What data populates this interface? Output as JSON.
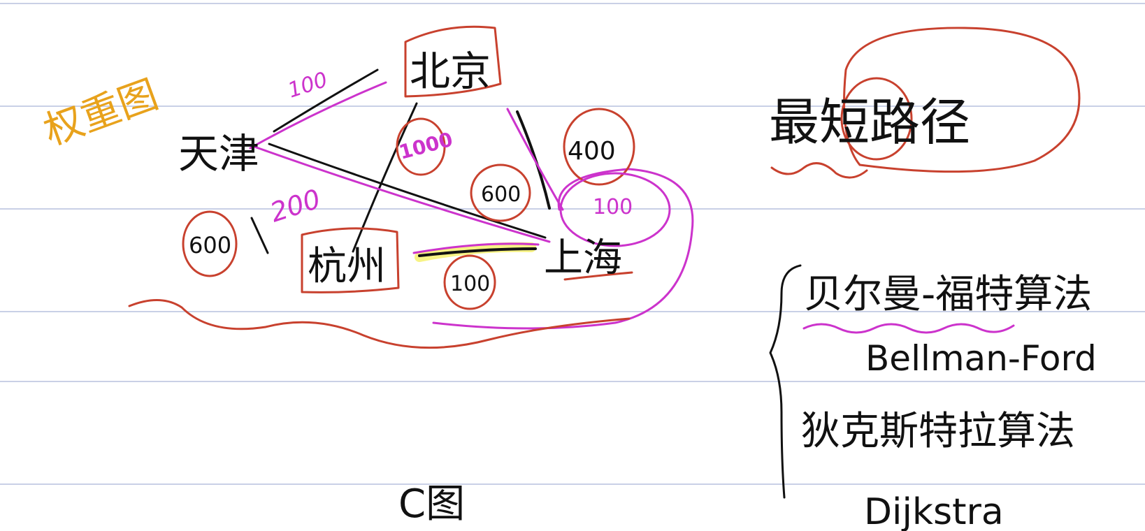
{
  "colors": {
    "black_ink": "#111111",
    "red_ink": "#c8412e",
    "magenta_ink": "#cc33cc",
    "orange_ink": "#e8a21c",
    "highlight_yellow": "#f4ef5c",
    "rule_line": "#c9d0e6"
  },
  "left": {
    "title": "权重图",
    "nodes": {
      "beijing": "北京",
      "tianjin": "天津",
      "hangzhou": "杭州",
      "shanghai": "上海"
    },
    "weights": {
      "tj_bj": "100",
      "tj_hz_a": "600",
      "tj_hz_b": "200",
      "bj_hz": "1000",
      "tj_sh": "600",
      "bj_sh": "400",
      "hz_sh": "100",
      "sh_circle": "100"
    },
    "caption": "C图"
  },
  "right": {
    "title": "最短路径",
    "algo1_cn": "贝尔曼-福特算法",
    "algo1_en": "Bellman-Ford",
    "algo2_cn": "狄克斯特拉算法",
    "algo2_en": "Dijkstra"
  }
}
